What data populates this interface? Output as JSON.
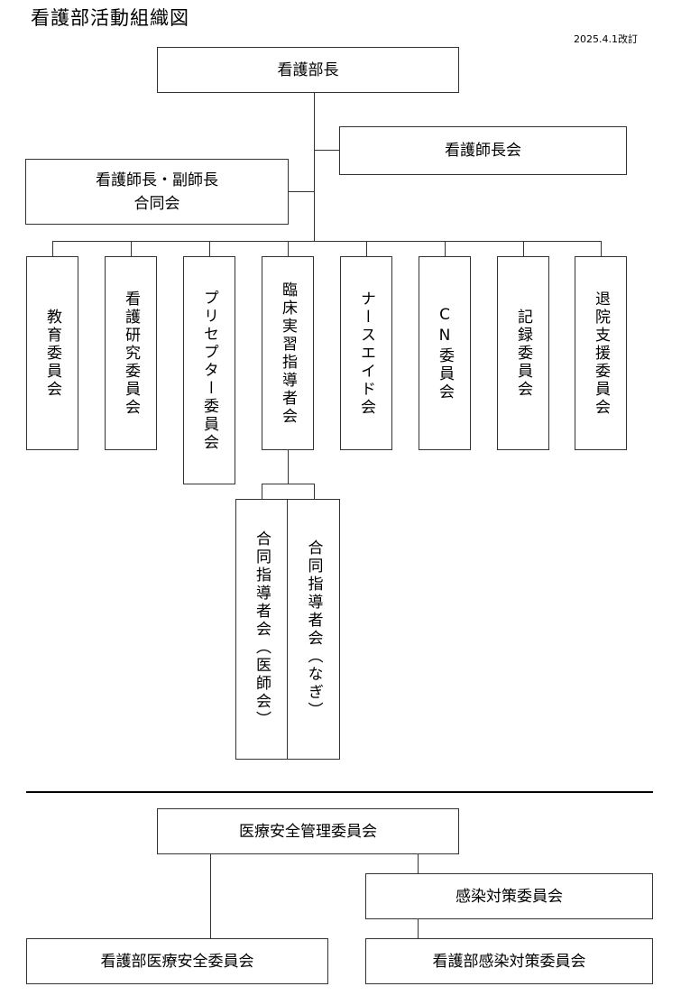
{
  "title": "看護部活動組織図",
  "revision": "2025.4.1改訂",
  "nodes": {
    "director": "看護部長",
    "head_nurse_meeting": "看護師長会",
    "joint_meeting_line1": "看護師長・副師長",
    "joint_meeting_line2": "合同会"
  },
  "committees": [
    "教育委員会",
    "看護研究委員会",
    "プリセプター委員会",
    "臨床実習指導者会",
    "ナースエイド会",
    "CN委員会",
    "記録委員会",
    "退院支援委員会"
  ],
  "sub_committees": [
    "合同指導者会（医師会）",
    "合同指導者会（なぎ）"
  ],
  "safety": {
    "management": "医療安全管理委員会",
    "infection": "感染対策委員会",
    "nursing_safety": "看護部医療安全委員会",
    "nursing_infection": "看護部感染対策委員会"
  }
}
